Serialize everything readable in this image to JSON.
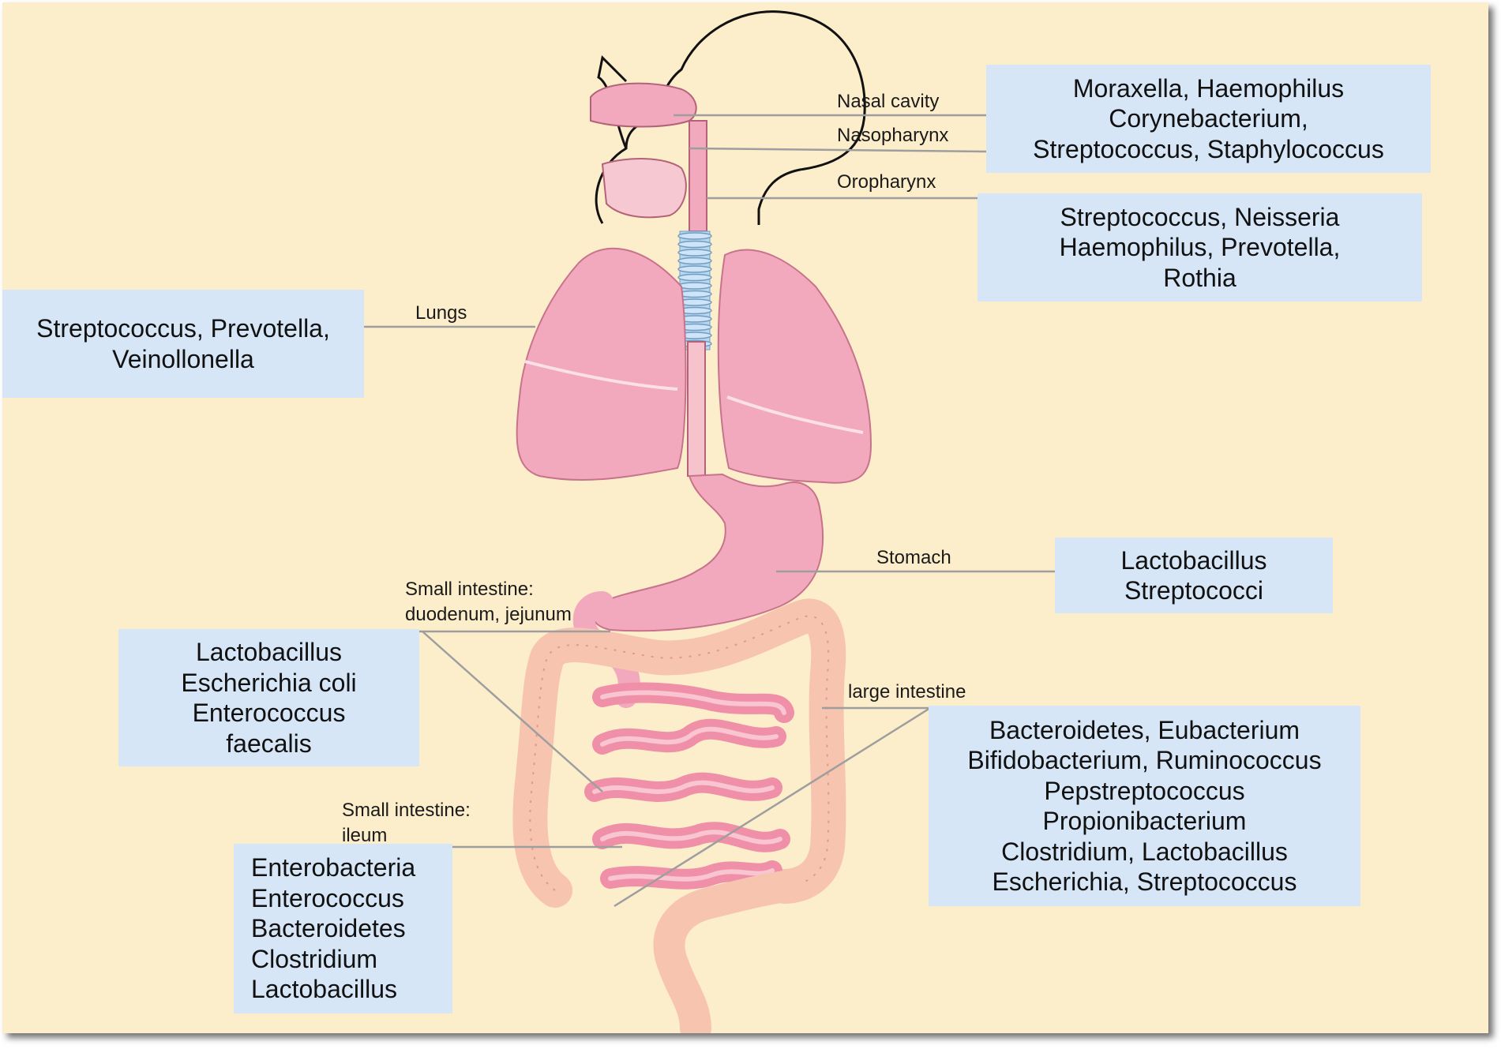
{
  "regions": {
    "nasal_cavity": "Nasal cavity",
    "nasopharynx": "Nasopharynx",
    "oropharynx": "Oropharynx",
    "lungs": "Lungs",
    "stomach": "Stomach",
    "small_intestine_upper_1": "Small intestine:",
    "small_intestine_upper_2": "duodenum, jejunum",
    "large_intestine": "large intestine",
    "small_intestine_lower_1": "Small intestine:",
    "small_intestine_lower_2": "ileum"
  },
  "taxa": {
    "nasal": "Moraxella, Haemophilus\nCorynebacterium,\nStreptococcus, Staphylococcus",
    "oropharynx": "Streptococcus, Neisseria\nHaemophilus, Prevotella,\nRothia",
    "lungs": "Streptococcus, Prevotella,\nVeinollonella",
    "stomach": "Lactobacillus\nStreptococci",
    "duodenum_jejunum": "Lactobacillus\nEscherichia coli\nEnterococcus\nfaecalis",
    "large_intestine": "Bacteroidetes, Eubacterium\nBifidobacterium, Ruminococcus\nPepstreptococcus\nPropionibacterium\nClostridium, Lactobacillus\nEscherichia, Streptococcus",
    "ileum": "Enterobacteria\nEnterococcus\nBacteroidetes\nClostridium\nLactobacillus"
  },
  "colors": {
    "background": "#fdeecb",
    "box_fill": "#d6e6f7",
    "organ_pink": "#f2a9bd",
    "intestine_salmon": "#f7c4b0",
    "leader_line": "#9e9e9e"
  }
}
